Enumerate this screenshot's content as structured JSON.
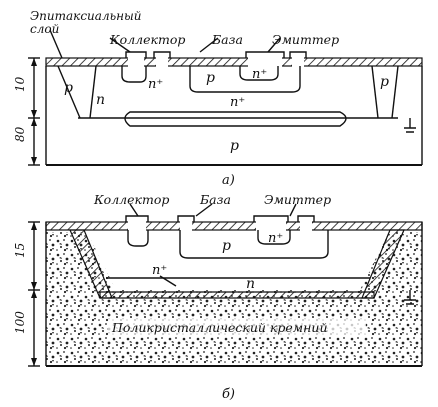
{
  "diagram_a": {
    "epitaxial_label_line1": "Эпитаксиальный",
    "epitaxial_label_line2": "слой",
    "collector": "Коллектор",
    "base": "База",
    "emitter": "Эмиттер",
    "n_plus_collector": "n⁺",
    "p_left": "p",
    "n_region": "n",
    "p_base": "p",
    "n_plus_emitter": "n⁺",
    "p_right": "p",
    "n_plus_buried": "n⁺",
    "p_substrate": "p",
    "dim_top": "10",
    "dim_bottom": "80",
    "caption": "а)"
  },
  "diagram_b": {
    "collector": "Коллектор",
    "base": "База",
    "emitter": "Эмиттер",
    "p_base": "p",
    "n_plus_emitter": "n⁺",
    "n_plus_buried": "n⁺",
    "n_region": "n",
    "polysilicon": "Поликристаллический кремний",
    "dim_top": "15",
    "dim_bottom": "100",
    "caption": "б)"
  }
}
